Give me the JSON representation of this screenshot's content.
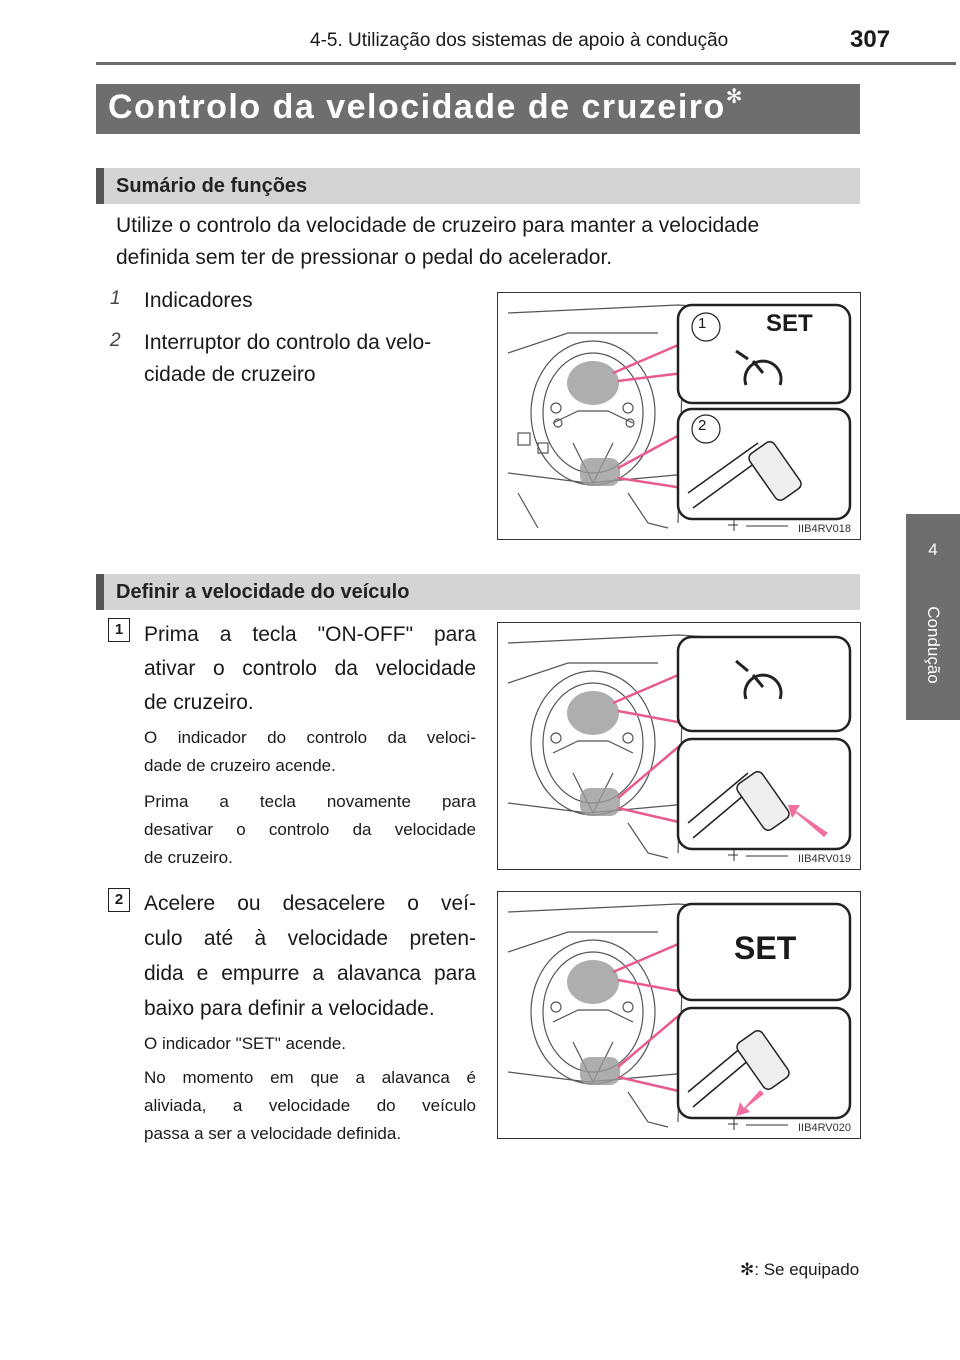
{
  "header": {
    "section": "4-5. Utilização dos sistemas de apoio à condução",
    "page_number": "307"
  },
  "side_tab": {
    "number": "4",
    "label": "Condução"
  },
  "title": {
    "text": "Controlo da velocidade de cruzeiro",
    "mark": "✻"
  },
  "summary": {
    "heading": "Sumário de funções",
    "intro_line1": "Utilize o controlo da velocidade de cruzeiro para manter a velocidade",
    "intro_line2": "definida sem ter de pressionar o pedal do acelerador.",
    "items": [
      {
        "num": "1",
        "text": "Indicadores"
      },
      {
        "num": "2",
        "line1": "Interruptor do controlo da velo-",
        "line2": "cidade de cruzeiro"
      }
    ],
    "figure": {
      "code": "IIB4RV018",
      "callout1_num": "1",
      "callout1_text": "SET",
      "callout2_num": "2"
    }
  },
  "define": {
    "heading": "Definir a velocidade do veículo",
    "step1": {
      "num": "1",
      "lines": [
        "Prima a tecla \"ON-OFF\" para",
        "ativar o controlo da velocidade",
        "de cruzeiro."
      ],
      "note1": [
        "O indicador do controlo da veloci-",
        "dade de cruzeiro acende."
      ],
      "note2": [
        "Prima a tecla novamente para",
        "desativar o controlo da velocidade",
        "de cruzeiro."
      ],
      "figure": {
        "code": "IIB4RV019"
      }
    },
    "step2": {
      "num": "2",
      "lines": [
        "Acelere ou desacelere o veí-",
        "culo até à velocidade preten-",
        "dida e empurre a alavanca para",
        "baixo para definir a velocidade."
      ],
      "note1": [
        "O indicador \"SET\" acende."
      ],
      "note2": [
        "No momento em que a alavanca é",
        "aliviada, a velocidade do veículo",
        "passa a ser a velocidade definida."
      ],
      "figure": {
        "code": "IIB4RV020",
        "callout_text": "SET"
      }
    }
  },
  "footnote": {
    "mark": "✻",
    "text": ": Se equipado"
  },
  "colors": {
    "title_bar": "#6e6e6e",
    "subheading_bar": "#d4d4d4",
    "arrow_pink": "#f06fa0"
  }
}
